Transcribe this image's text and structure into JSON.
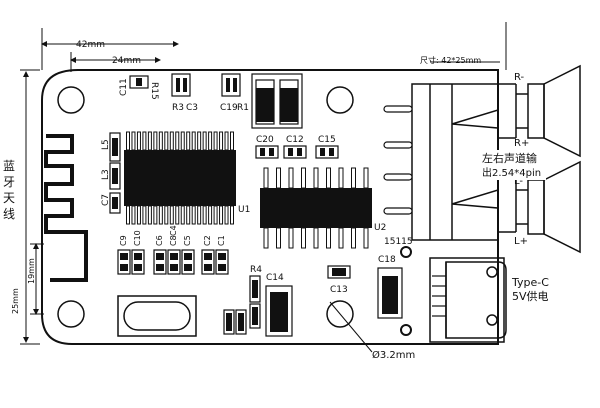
{
  "dimensions": {
    "width_42": "42mm",
    "offset_24": "24mm",
    "size_note": "尺寸: 42*25mm",
    "height_25": "25mm",
    "offset_19": "19mm",
    "hole_dia": "Ø3.2mm"
  },
  "antenna_label": [
    "蓝",
    "牙",
    "天",
    "线"
  ],
  "speaker": {
    "r_minus": "R-",
    "r_plus": "R+",
    "l_minus": "L-",
    "l_plus": "L+",
    "note_line1": "左右声道输",
    "note_line2": "出2.54*4pin"
  },
  "power": {
    "line1": "Type-C",
    "line2": "5V供电"
  },
  "components": {
    "c11": "C11",
    "r15": "R15",
    "r3": "R3",
    "c3": "C3",
    "c19": "C19",
    "r1": "R1",
    "l5": "L5",
    "l3": "L3",
    "c7": "C7",
    "u1": "U1",
    "c20": "C20",
    "c12": "C12",
    "c15": "C15",
    "u2": "U2",
    "part_no": "15115",
    "c9": "C9",
    "c10": "C10",
    "c6": "C6",
    "c8": "C8",
    "c5": "C5",
    "c4": "C4",
    "c2": "C2",
    "c1": "C1",
    "r4": "R4",
    "c14": "C14",
    "c13": "C13",
    "c18": "C18"
  }
}
